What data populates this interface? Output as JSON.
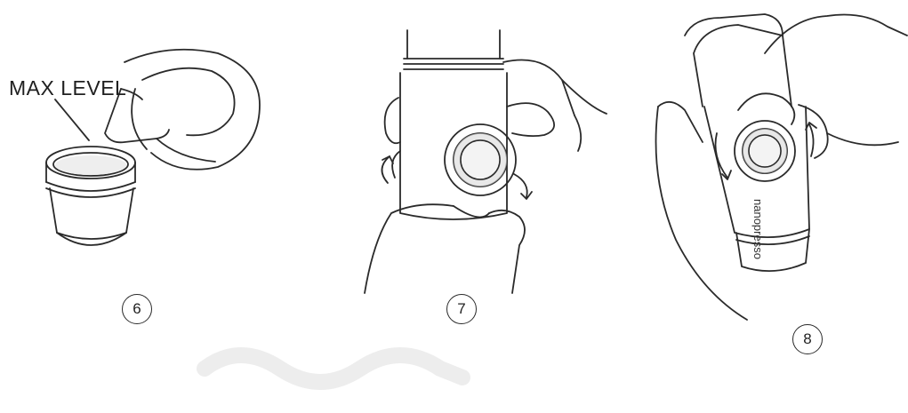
{
  "panels": [
    {
      "step": "6",
      "callout": "MAX LEVEL",
      "icon": "kettle-pour-icon"
    },
    {
      "step": "7",
      "icon": "unscrew-reservoir-icon"
    },
    {
      "step": "8",
      "brand_mark": "nanopresso",
      "icon": "rotate-dial-icon"
    }
  ],
  "colors": {
    "line": "#2a2a2a",
    "shade": "#d8d8d8",
    "watermark": "#ededed"
  }
}
